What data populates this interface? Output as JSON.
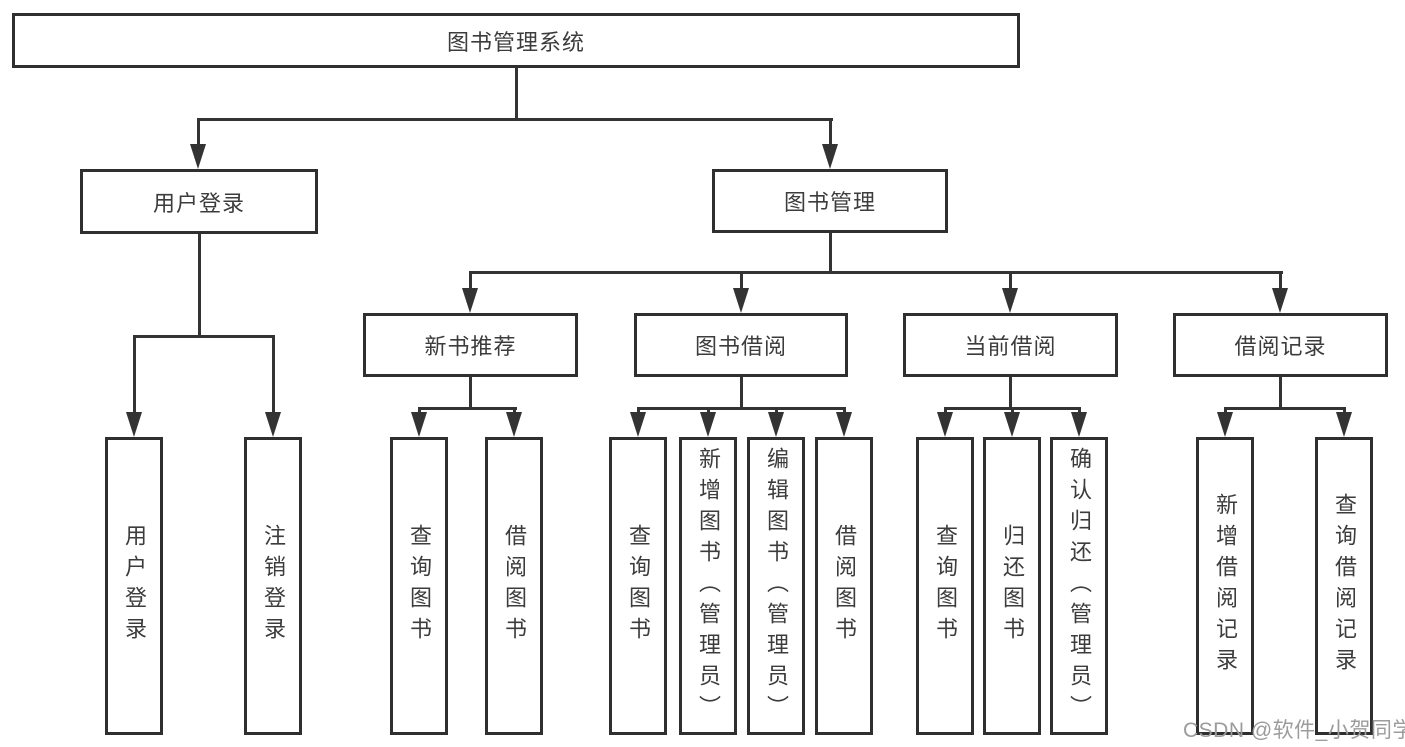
{
  "title": "图书管理系统",
  "colors": {
    "line": "#333333",
    "border": "#2f2f2f",
    "text": "#3c3c3c",
    "watermark": "#9c9c9c",
    "background": "#ffffff"
  },
  "tree": {
    "root": {
      "label": "图书管理系统"
    },
    "branches": [
      {
        "label": "用户登录",
        "children": [
          {
            "label": "用户登录"
          },
          {
            "label": "注销登录"
          }
        ]
      },
      {
        "label": "图书管理",
        "children": [
          {
            "label": "新书推荐",
            "children": [
              {
                "label": "查询图书"
              },
              {
                "label": "借阅图书"
              }
            ]
          },
          {
            "label": "图书借阅",
            "children": [
              {
                "label": "查询图书"
              },
              {
                "label": "新增图书（管理员）"
              },
              {
                "label": "编辑图书（管理员）"
              },
              {
                "label": "借阅图书"
              }
            ]
          },
          {
            "label": "当前借阅",
            "children": [
              {
                "label": "查询图书"
              },
              {
                "label": "归还图书"
              },
              {
                "label": "确认归还（管理员）"
              }
            ]
          },
          {
            "label": "借阅记录",
            "children": [
              {
                "label": "新增借阅记录"
              },
              {
                "label": "查询借阅记录"
              }
            ]
          }
        ]
      }
    ]
  },
  "watermark": {
    "text": "CSDN @软件_小贺同学"
  }
}
